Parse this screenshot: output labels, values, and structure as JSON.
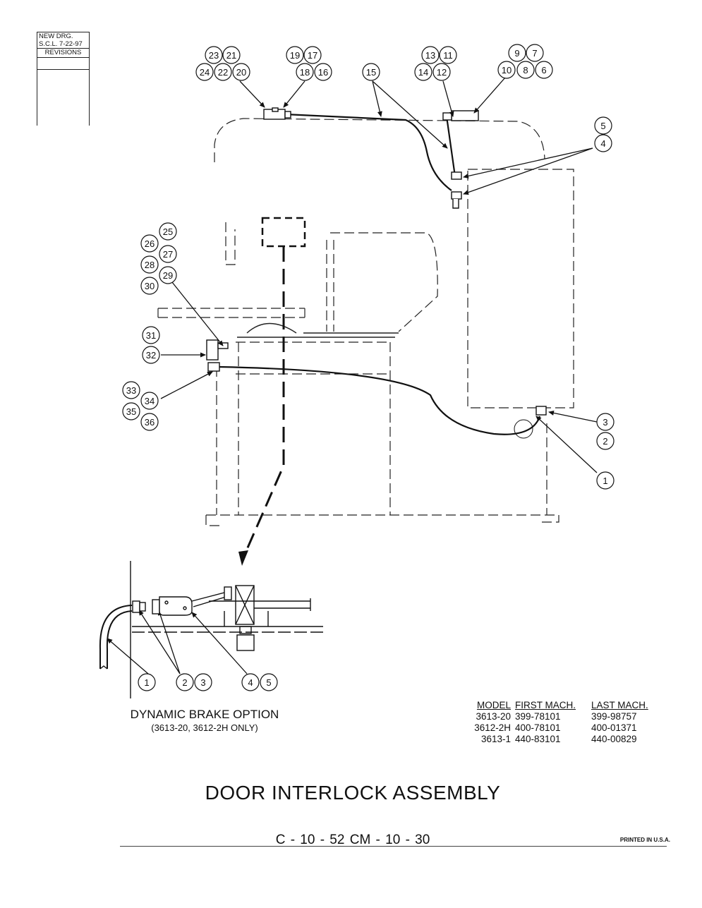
{
  "revision_block": {
    "line1": "NEW DRG.",
    "line2": "S.C.L.  7-22-97",
    "header": "REVISIONS"
  },
  "callouts": {
    "c23": "23",
    "c21": "21",
    "c24": "24",
    "c22": "22",
    "c20": "20",
    "c19": "19",
    "c17": "17",
    "c18": "18",
    "c16": "16",
    "c15": "15",
    "c13": "13",
    "c11": "11",
    "c14": "14",
    "c12": "12",
    "c9": "9",
    "c7": "7",
    "c10": "10",
    "c8": "8",
    "c6": "6",
    "c5": "5",
    "c4": "4",
    "c25": "25",
    "c26": "26",
    "c27": "27",
    "c28": "28",
    "c29": "29",
    "c30": "30",
    "c31": "31",
    "c32": "32",
    "c33": "33",
    "c34": "34",
    "c35": "35",
    "c36": "36",
    "c3": "3",
    "c2": "2",
    "c1": "1",
    "b1": "1",
    "b2": "2",
    "b3": "3",
    "b4": "4",
    "b5": "5"
  },
  "dynamic_brake": {
    "title": "DYNAMIC BRAKE OPTION",
    "subtitle": "(3613-20, 3612-2H ONLY)"
  },
  "model_table": {
    "headers": [
      "MODEL",
      "FIRST MACH.",
      "LAST MACH."
    ],
    "rows": [
      [
        "3613-20",
        "399-78101",
        "399-98757"
      ],
      [
        "3612-2H",
        "400-78101",
        "400-01371"
      ],
      [
        "3613-1",
        "440-83101",
        "440-00829"
      ]
    ]
  },
  "title": "DOOR INTERLOCK ASSEMBLY",
  "footer": {
    "code": "C - 10 - 52    CM - 10 - 30",
    "printed": "PRINTED IN U.S.A."
  }
}
